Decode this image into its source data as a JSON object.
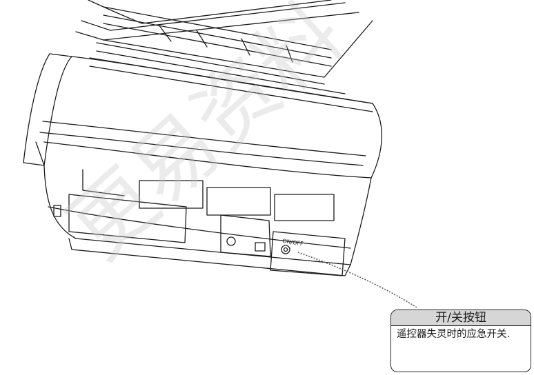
{
  "figure": {
    "device_label": "ON/OFF",
    "watermark_text": "更易资料"
  },
  "callout": {
    "title": "开/关按钮",
    "description": "遥控器失灵时的应急开关."
  }
}
